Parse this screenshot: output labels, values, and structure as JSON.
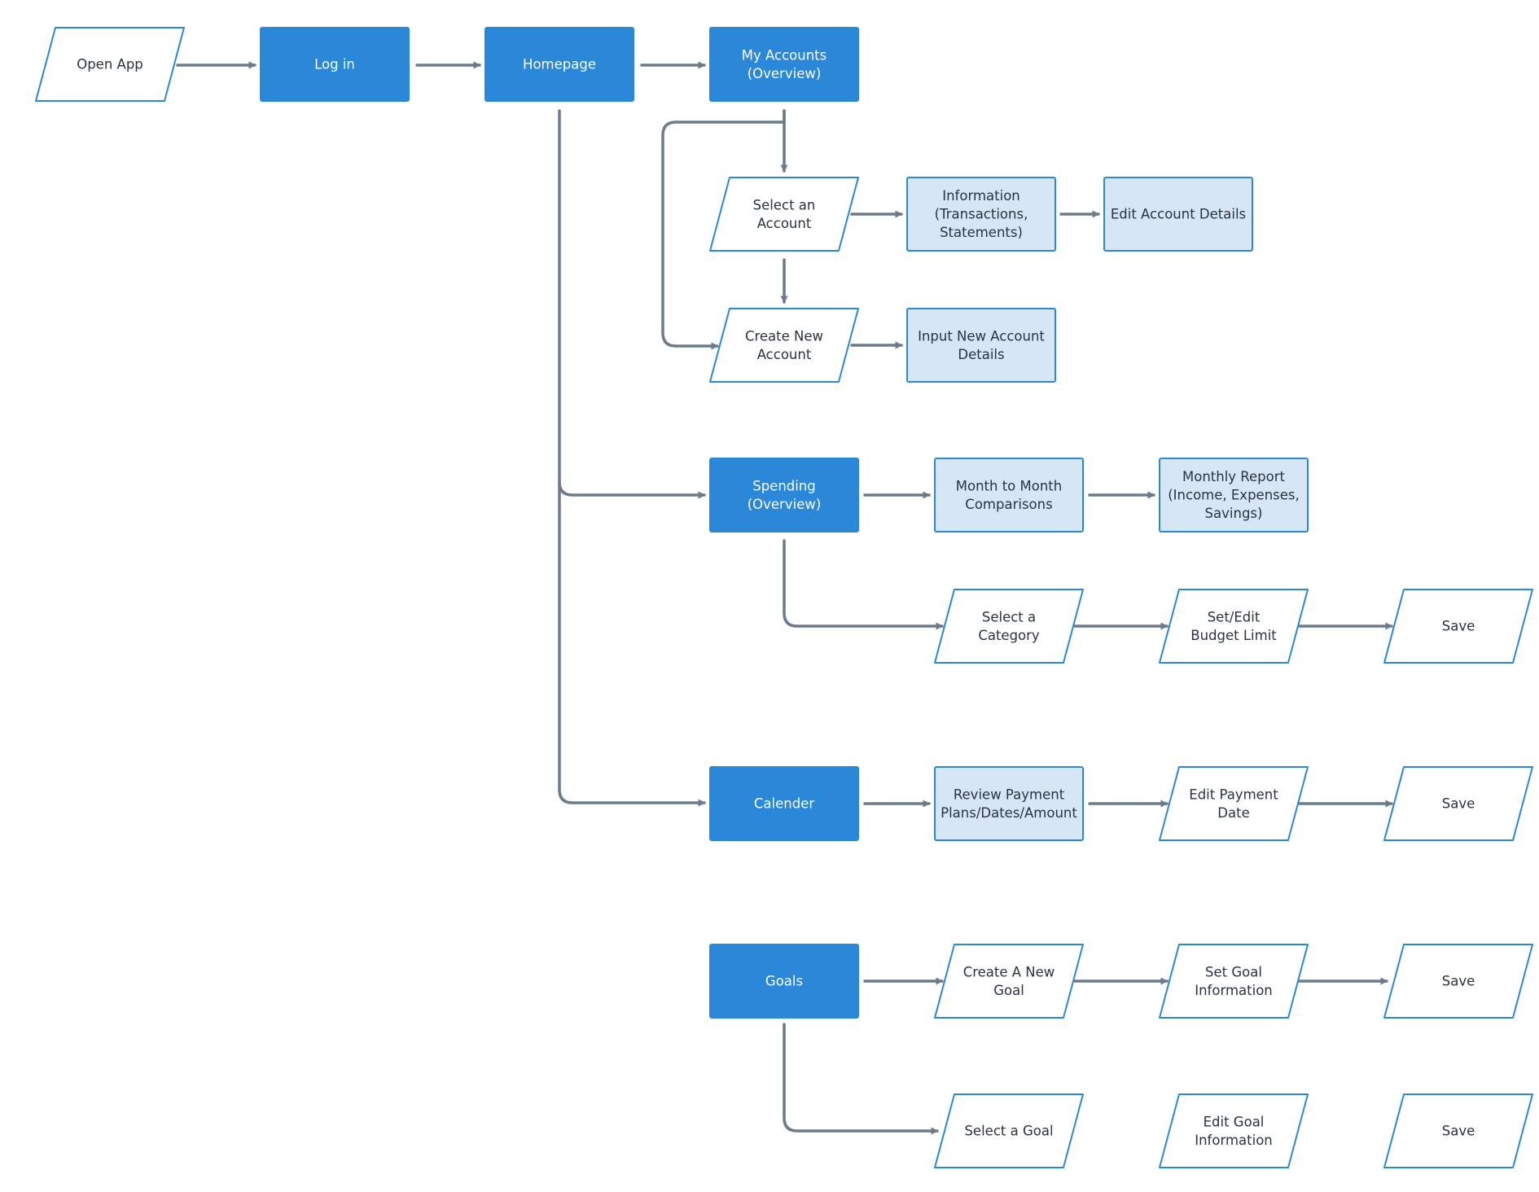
{
  "colors": {
    "primary_fill": "#2b87d8",
    "primary_text": "#ffffff",
    "secondary_fill": "#d6e6f5",
    "secondary_stroke": "#2b87d8",
    "io_fill": "#ffffff",
    "io_stroke": "#2b87d8",
    "text_dark": "#2a3340",
    "connector": "#6b7a8c"
  },
  "nodes": [
    {
      "id": "open-app",
      "shape": "parallelogram",
      "style": "io",
      "lines": [
        "Open App"
      ]
    },
    {
      "id": "log-in",
      "shape": "rectangle",
      "style": "primary",
      "lines": [
        "Log in"
      ]
    },
    {
      "id": "homepage",
      "shape": "rectangle",
      "style": "primary",
      "lines": [
        "Homepage"
      ]
    },
    {
      "id": "my-accounts",
      "shape": "rectangle",
      "style": "primary",
      "lines": [
        "My Accounts",
        "(Overview)"
      ]
    },
    {
      "id": "select-account",
      "shape": "parallelogram",
      "style": "io",
      "lines": [
        "Select an",
        "Account"
      ]
    },
    {
      "id": "information",
      "shape": "rectangle",
      "style": "secondary",
      "lines": [
        "Information",
        "(Transactions,",
        "Statements)"
      ]
    },
    {
      "id": "edit-account-details",
      "shape": "rectangle",
      "style": "secondary",
      "lines": [
        "Edit Account Details"
      ]
    },
    {
      "id": "create-new-account",
      "shape": "parallelogram",
      "style": "io",
      "lines": [
        "Create New",
        "Account"
      ]
    },
    {
      "id": "input-new-account",
      "shape": "rectangle",
      "style": "secondary",
      "lines": [
        "Input New Account",
        "Details"
      ]
    },
    {
      "id": "spending",
      "shape": "rectangle",
      "style": "primary",
      "lines": [
        "Spending",
        "(Overview)"
      ]
    },
    {
      "id": "month-comparisons",
      "shape": "rectangle",
      "style": "secondary",
      "lines": [
        "Month to Month",
        "Comparisons"
      ]
    },
    {
      "id": "monthly-report",
      "shape": "rectangle",
      "style": "secondary",
      "lines": [
        "Monthly Report",
        "(Income, Expenses,",
        "Savings)"
      ]
    },
    {
      "id": "select-category",
      "shape": "parallelogram",
      "style": "io",
      "lines": [
        "Select a",
        "Category"
      ]
    },
    {
      "id": "set-budget",
      "shape": "parallelogram",
      "style": "io",
      "lines": [
        "Set/Edit",
        "Budget Limit"
      ]
    },
    {
      "id": "save-budget",
      "shape": "parallelogram",
      "style": "io",
      "lines": [
        "Save"
      ]
    },
    {
      "id": "calender",
      "shape": "rectangle",
      "style": "primary",
      "lines": [
        "Calender"
      ]
    },
    {
      "id": "review-payment",
      "shape": "rectangle",
      "style": "secondary",
      "lines": [
        "Review Payment",
        "Plans/Dates/Amount"
      ]
    },
    {
      "id": "edit-payment-date",
      "shape": "parallelogram",
      "style": "io",
      "lines": [
        "Edit Payment",
        "Date"
      ]
    },
    {
      "id": "save-payment",
      "shape": "parallelogram",
      "style": "io",
      "lines": [
        "Save"
      ]
    },
    {
      "id": "goals",
      "shape": "rectangle",
      "style": "primary",
      "lines": [
        "Goals"
      ]
    },
    {
      "id": "create-goal",
      "shape": "parallelogram",
      "style": "io",
      "lines": [
        "Create A New",
        "Goal"
      ]
    },
    {
      "id": "set-goal-info",
      "shape": "parallelogram",
      "style": "io",
      "lines": [
        "Set Goal",
        "Information"
      ]
    },
    {
      "id": "save-goal",
      "shape": "parallelogram",
      "style": "io",
      "lines": [
        "Save"
      ]
    },
    {
      "id": "select-goal",
      "shape": "parallelogram",
      "style": "io",
      "lines": [
        "Select a Goal"
      ]
    },
    {
      "id": "edit-goal-info",
      "shape": "parallelogram",
      "style": "io",
      "lines": [
        "Edit Goal",
        "Information"
      ]
    },
    {
      "id": "save-goal-edit",
      "shape": "parallelogram",
      "style": "io",
      "lines": [
        "Save"
      ]
    }
  ],
  "edges": [
    {
      "from": "open-app",
      "to": "log-in"
    },
    {
      "from": "log-in",
      "to": "homepage"
    },
    {
      "from": "homepage",
      "to": "my-accounts"
    },
    {
      "from": "my-accounts",
      "to": "select-account"
    },
    {
      "from": "my-accounts",
      "to": "create-new-account"
    },
    {
      "from": "select-account",
      "to": "information"
    },
    {
      "from": "information",
      "to": "edit-account-details"
    },
    {
      "from": "select-account",
      "to": "create-new-account"
    },
    {
      "from": "create-new-account",
      "to": "input-new-account"
    },
    {
      "from": "homepage",
      "to": "spending"
    },
    {
      "from": "homepage",
      "to": "calender"
    },
    {
      "from": "spending",
      "to": "month-comparisons"
    },
    {
      "from": "month-comparisons",
      "to": "monthly-report"
    },
    {
      "from": "spending",
      "to": "select-category"
    },
    {
      "from": "select-category",
      "to": "set-budget"
    },
    {
      "from": "set-budget",
      "to": "save-budget"
    },
    {
      "from": "calender",
      "to": "review-payment"
    },
    {
      "from": "review-payment",
      "to": "edit-payment-date"
    },
    {
      "from": "edit-payment-date",
      "to": "save-payment"
    },
    {
      "from": "goals",
      "to": "create-goal"
    },
    {
      "from": "create-goal",
      "to": "set-goal-info"
    },
    {
      "from": "set-goal-info",
      "to": "save-goal"
    },
    {
      "from": "goals",
      "to": "select-goal"
    }
  ]
}
